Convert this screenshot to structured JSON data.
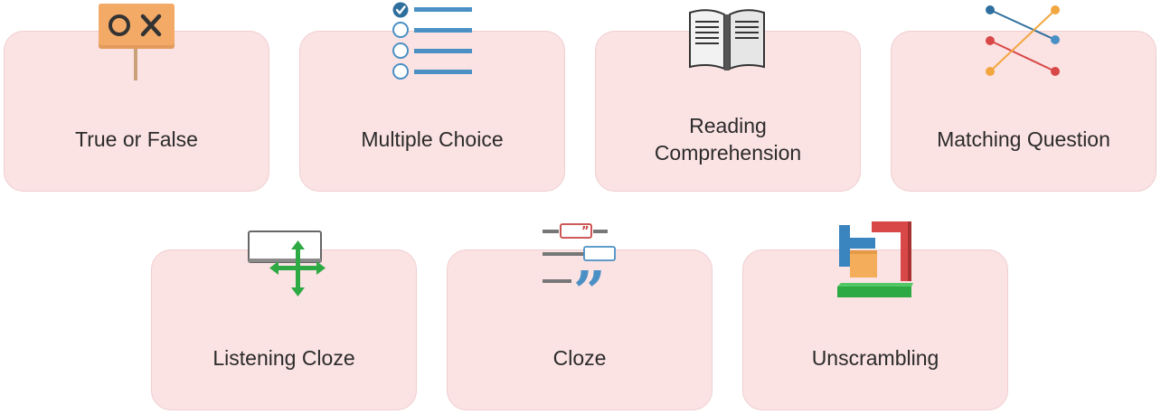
{
  "question_types": [
    {
      "label": "True or False",
      "icon": "true-false-sign-icon"
    },
    {
      "label": "Multiple Choice",
      "icon": "checklist-icon"
    },
    {
      "label": "Reading Comprehension",
      "icon": "open-book-icon"
    },
    {
      "label": "Matching Question",
      "icon": "matching-lines-icon"
    },
    {
      "label": "Listening Cloze",
      "icon": "drag-move-icon"
    },
    {
      "label": "Cloze",
      "icon": "fill-in-blanks-icon"
    },
    {
      "label": "Unscrambling",
      "icon": "blocks-icon"
    }
  ]
}
